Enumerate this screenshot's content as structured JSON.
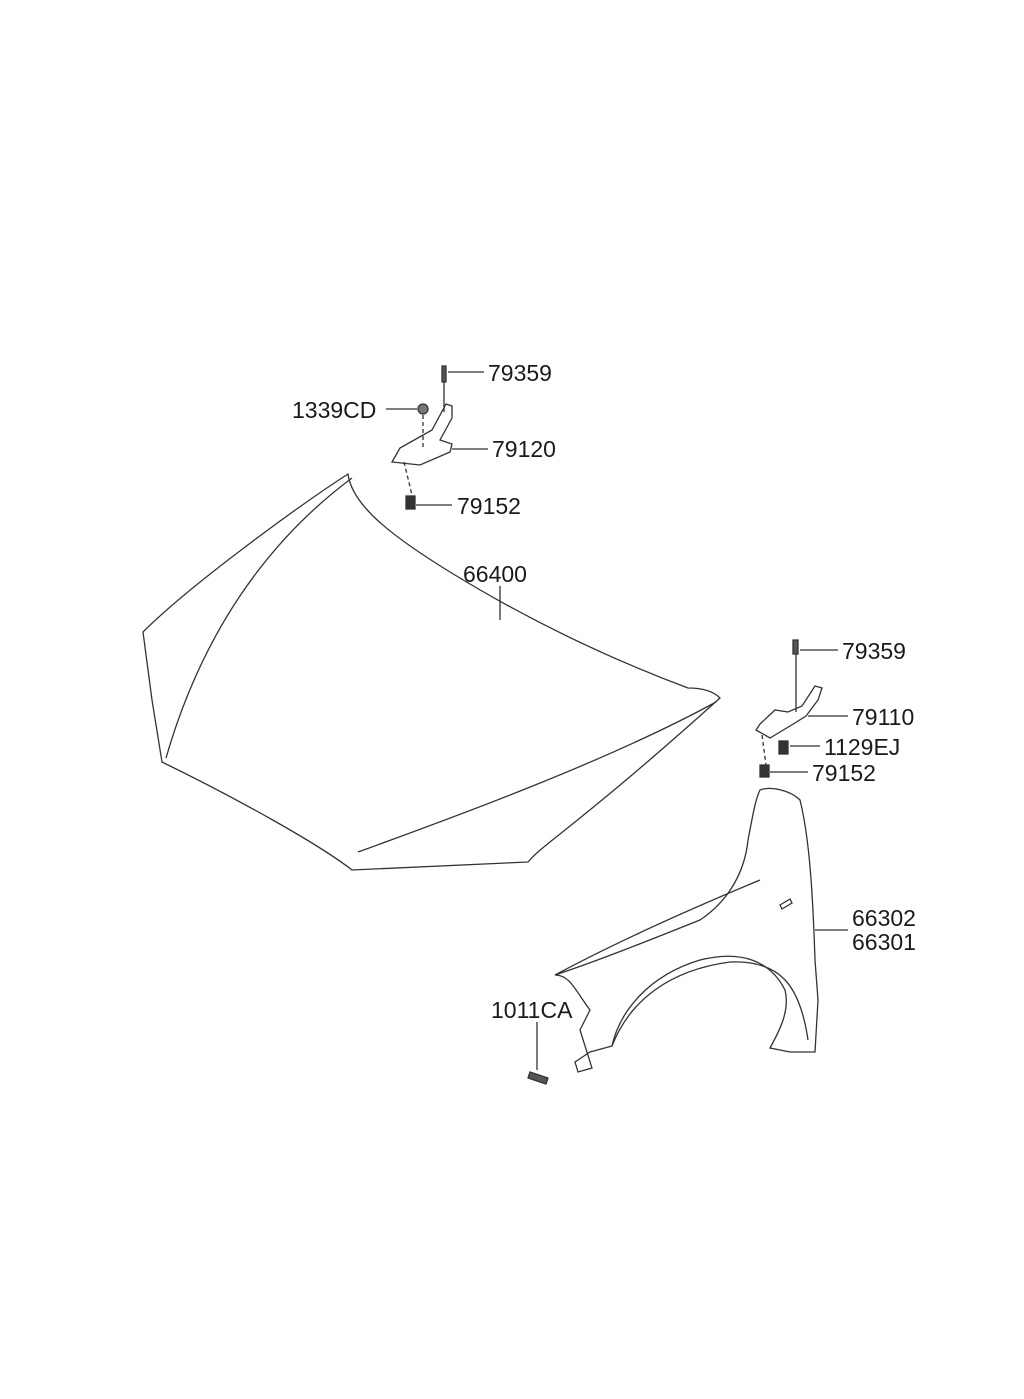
{
  "parts": {
    "hood": "66400",
    "left_hinge": {
      "bolt_top": "79359",
      "nut": "1339CD",
      "hinge": "79120",
      "bolt_bottom": "79152"
    },
    "right_hinge": {
      "bolt_top": "79359",
      "hinge": "79110",
      "nut": "1129EJ",
      "bolt_bottom": "79152"
    },
    "fender": {
      "part_a": "66302",
      "part_b": "66301",
      "bolt": "1011CA"
    }
  },
  "colors": {
    "line": "#333333",
    "text": "#1a1a1a"
  }
}
